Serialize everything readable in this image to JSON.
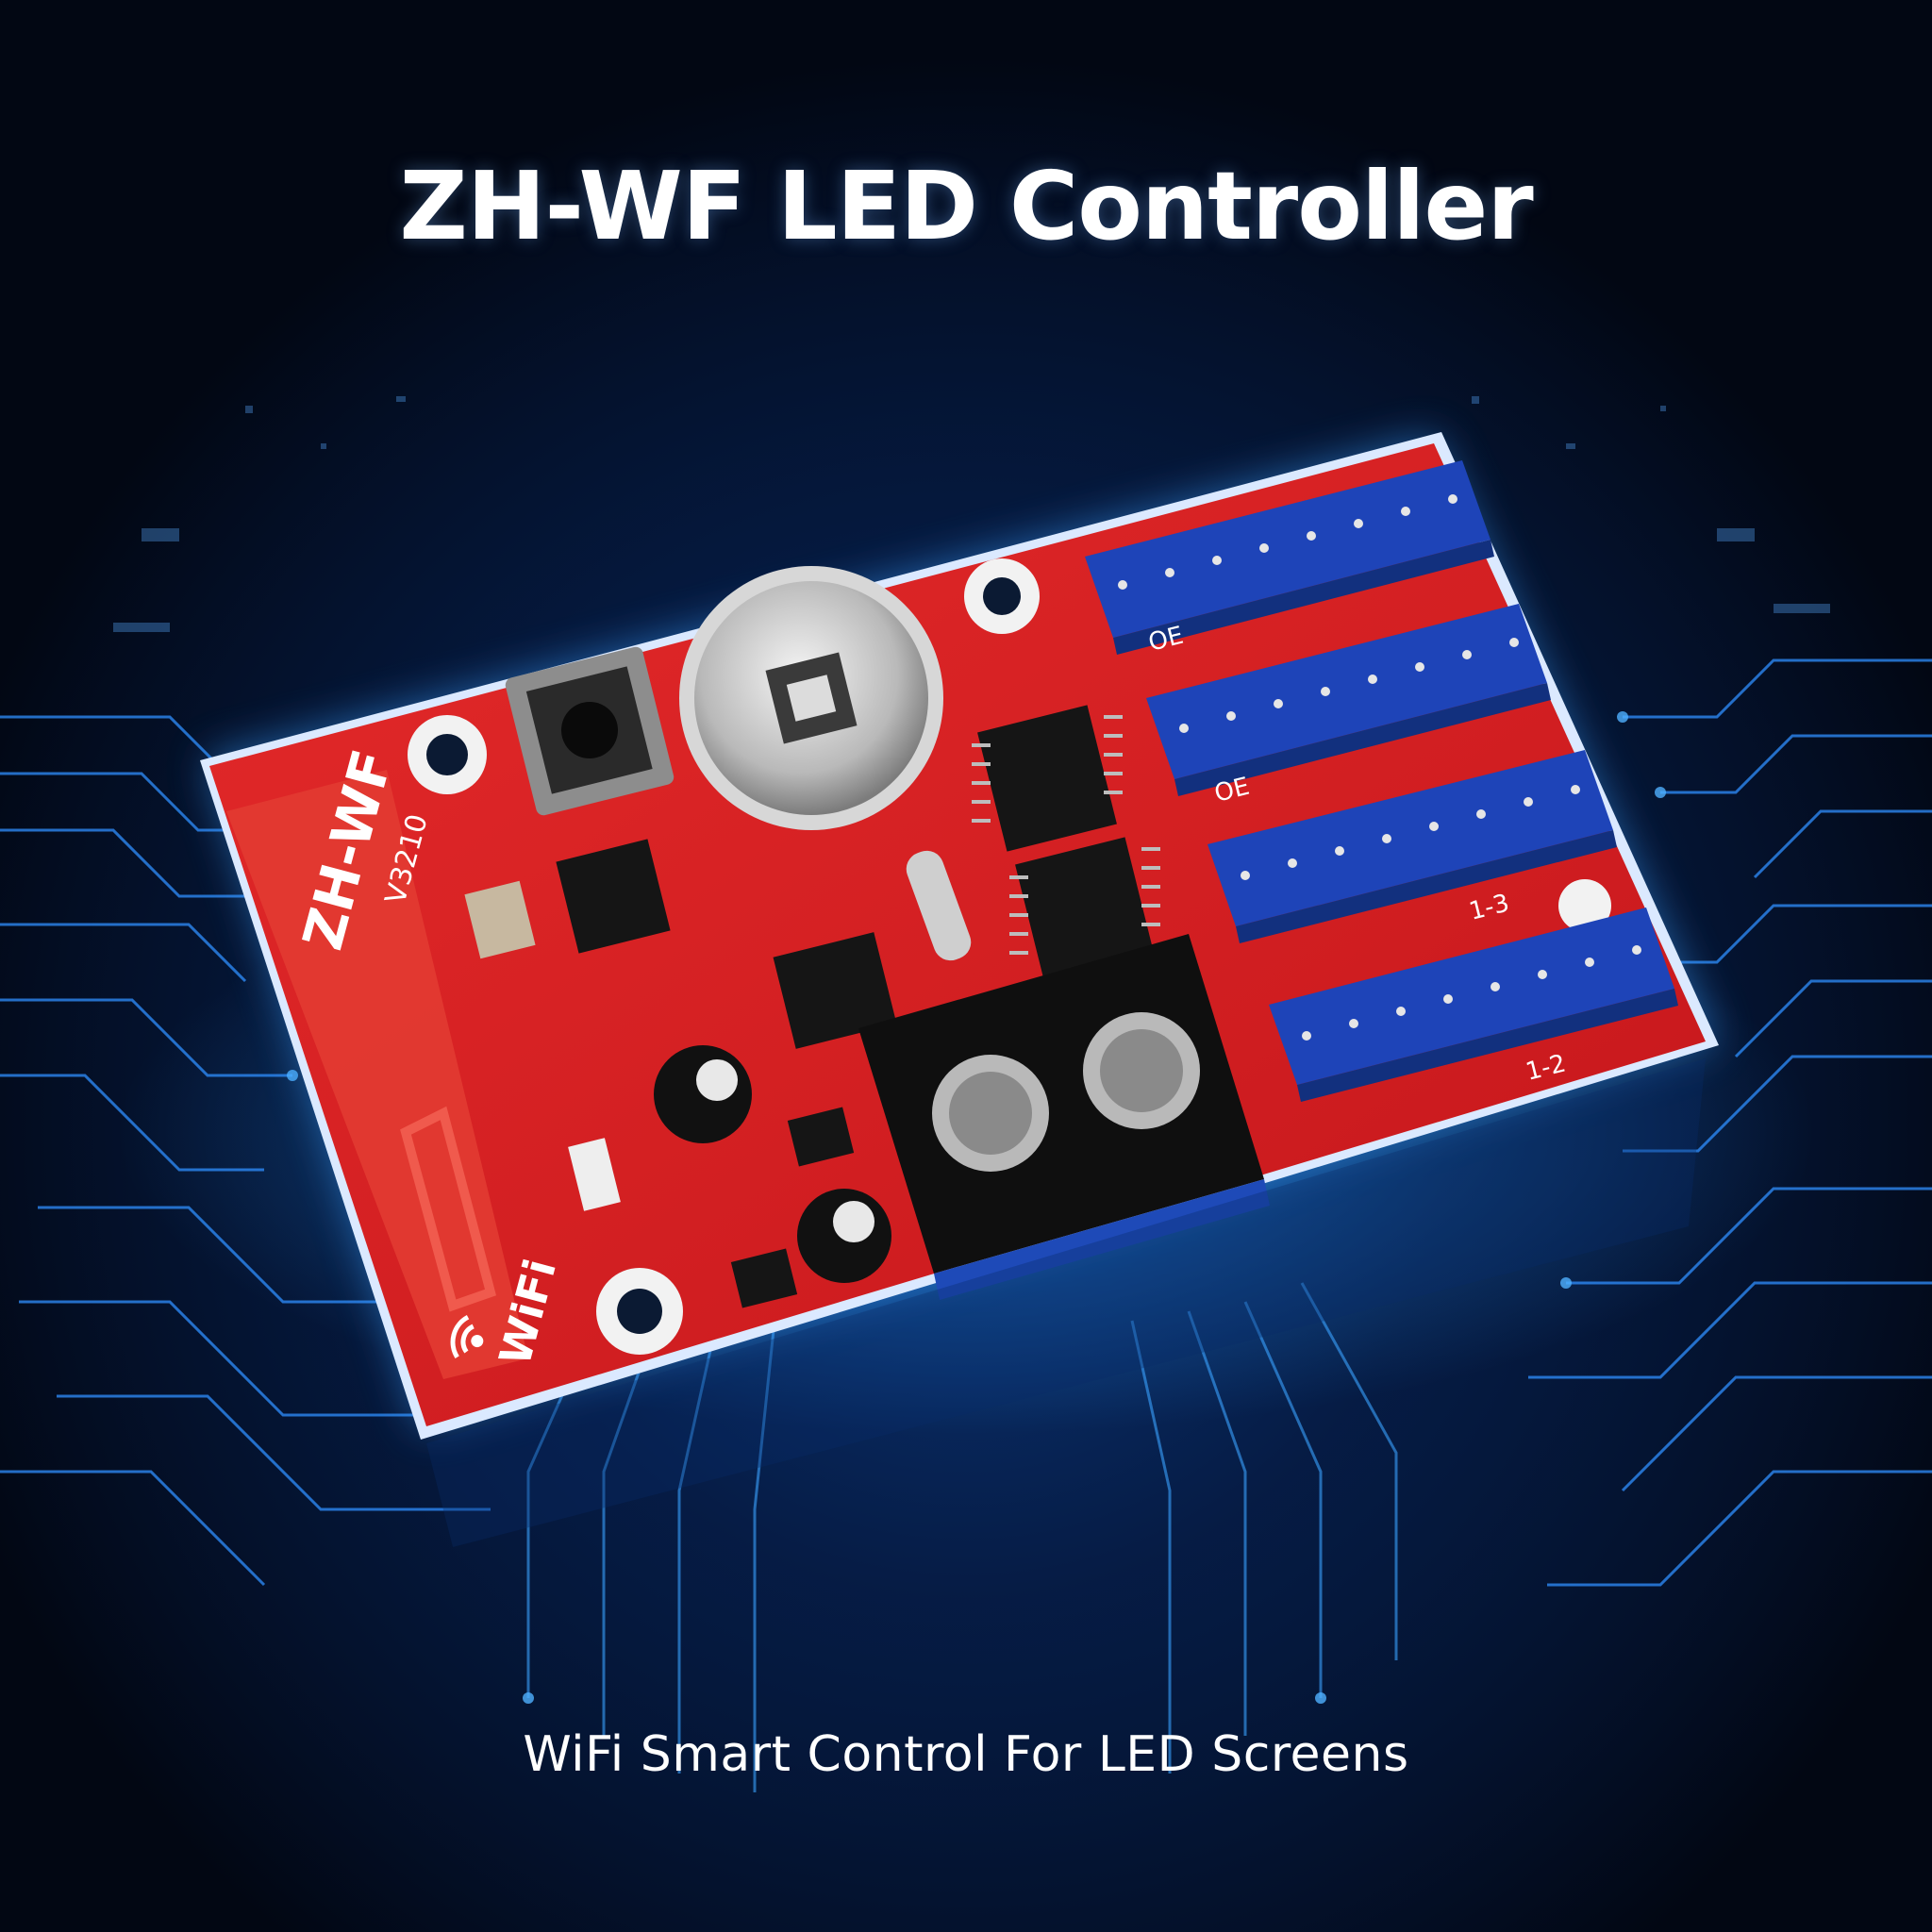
{
  "headline": "ZH-WF LED Controller",
  "tagline": "WiFi Smart Control For LED Screens",
  "board": {
    "model_label": "ZH-WF",
    "version_label": "V3210",
    "wifi_label": "WiFi",
    "header_labels": [
      "OE",
      "OE",
      "1-3",
      "1-2"
    ]
  },
  "colors": {
    "background": "#020713",
    "glow": "#1e8bff",
    "pcb": "#d81e24",
    "pcb_dark": "#a5151a",
    "connector": "#1e44b8",
    "terminal_block": "#111111"
  }
}
